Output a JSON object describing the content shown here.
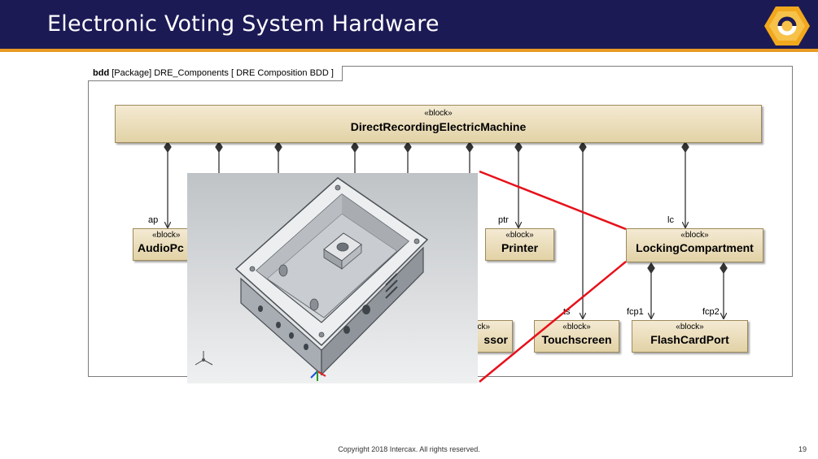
{
  "slide": {
    "title": "Electronic Voting System Hardware",
    "footer": "Copyright 2018 Intercax. All rights reserved.",
    "page_number": "19"
  },
  "diagram": {
    "frame_kind": "bdd",
    "frame_label": "[Package] DRE_Components [ DRE Composition BDD ]",
    "stereotype": "«block»",
    "root_block": "DirectRecordingElectricMachine",
    "blocks": {
      "audio": "AudioPc",
      "printer": "Printer",
      "locking": "LockingCompartment",
      "processor_partial": "ssor",
      "touchscreen": "Touchscreen",
      "flashcard": "FlashCardPort"
    },
    "stereotype_partial": "ck»",
    "roles": {
      "audio": "ap",
      "printer": "ptr",
      "locking": "lc",
      "touchscreen": "ts",
      "fcp1": "fcp1",
      "fcp2": "fcp2"
    }
  },
  "colors": {
    "header_bg": "#1c1a55",
    "header_stripe": "#e89a23",
    "block_fill_top": "#f4ead3",
    "block_fill_bottom": "#e2d2a6",
    "callout_line": "#e8101a"
  },
  "icons": [
    "intercax-logo-icon",
    "axis-triad-icon",
    "view-cube-icon"
  ]
}
